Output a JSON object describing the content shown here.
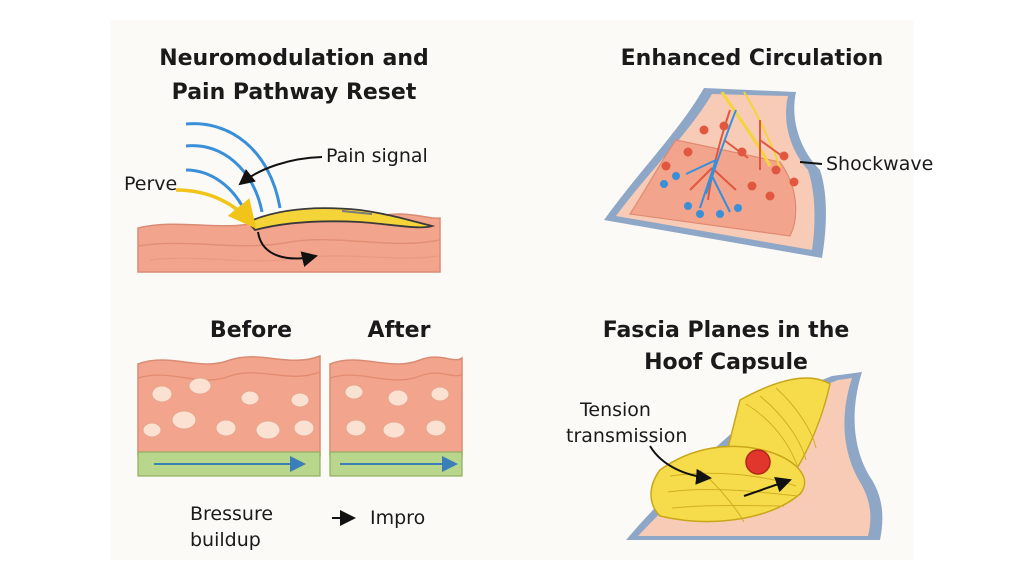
{
  "panels": {
    "neuro": {
      "title_line1": "Neuromodulation and",
      "title_line2": "Pain Pathway Reset",
      "label_pain_signal": "Pain signal",
      "label_nerve": "Perve"
    },
    "circulation": {
      "title": "Enhanced Circulation",
      "label_shockwave": "Shockwave"
    },
    "before_after": {
      "label_before": "Before",
      "label_after": "After",
      "caption_left_line1": "Bressure",
      "caption_left_line2": "buildup",
      "caption_right": "Impro"
    },
    "fascia": {
      "title_line1": "Fascia Planes in the",
      "title_line2": "Hoof Capsule",
      "label_line1": "Tension",
      "label_line2": "transmission"
    }
  },
  "colors": {
    "tissue": "#f2a58c",
    "tissue_light": "#f8cbb6",
    "nerve_yellow": "#f5d43a",
    "signal_blue": "#3a8fd9",
    "vessel_red": "#e2573f",
    "hoof_wall": "#8ea7c7",
    "green_layer": "#b9d78c",
    "fascia_yellow": "#f6dc4a",
    "focal_red": "#e0362c"
  }
}
